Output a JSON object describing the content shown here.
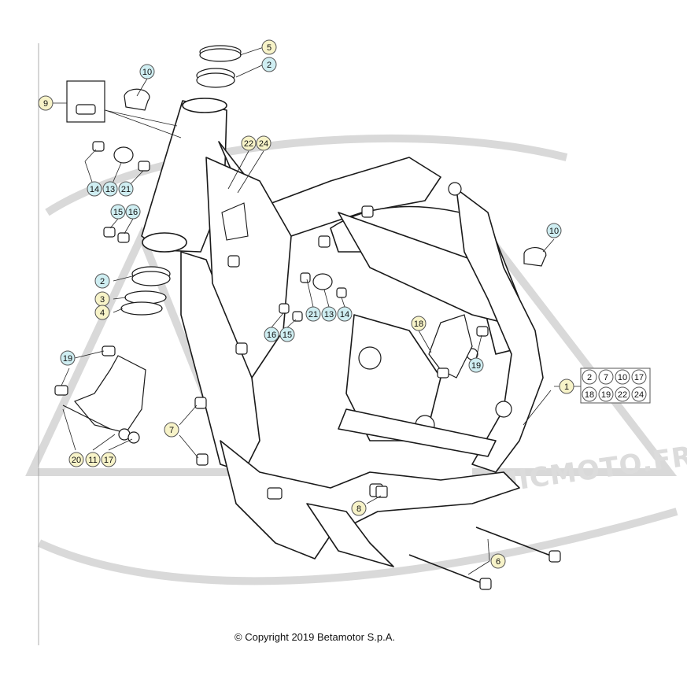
{
  "copyright": "© Copyright 2019 Betamotor S.p.A.",
  "watermark": "WWW.ATOMICMOTO.FR",
  "colors": {
    "callout_teal": "#cfeef2",
    "callout_yellow": "#f7f3c8",
    "line": "#1a1a1a",
    "watermark": "#d9d9d9"
  },
  "callouts": [
    {
      "id": "c5",
      "label": "5",
      "color": "yellow"
    },
    {
      "id": "c2a",
      "label": "2",
      "color": "teal"
    },
    {
      "id": "c10a",
      "label": "10",
      "color": "teal"
    },
    {
      "id": "c9",
      "label": "9",
      "color": "yellow"
    },
    {
      "id": "c22a",
      "label": "22",
      "color": "yellow"
    },
    {
      "id": "c24a",
      "label": "24",
      "color": "yellow"
    },
    {
      "id": "c14a",
      "label": "14",
      "color": "teal"
    },
    {
      "id": "c13a",
      "label": "13",
      "color": "teal"
    },
    {
      "id": "c21a",
      "label": "21",
      "color": "teal"
    },
    {
      "id": "c15a",
      "label": "15",
      "color": "teal"
    },
    {
      "id": "c16a",
      "label": "16",
      "color": "teal"
    },
    {
      "id": "c10b",
      "label": "10",
      "color": "teal"
    },
    {
      "id": "c2b",
      "label": "2",
      "color": "teal"
    },
    {
      "id": "c3",
      "label": "3",
      "color": "yellow"
    },
    {
      "id": "c4",
      "label": "4",
      "color": "yellow"
    },
    {
      "id": "c21b",
      "label": "21",
      "color": "teal"
    },
    {
      "id": "c13b",
      "label": "13",
      "color": "teal"
    },
    {
      "id": "c14b",
      "label": "14",
      "color": "teal"
    },
    {
      "id": "c16b",
      "label": "16",
      "color": "teal"
    },
    {
      "id": "c15b",
      "label": "15",
      "color": "teal"
    },
    {
      "id": "c18",
      "label": "18",
      "color": "yellow"
    },
    {
      "id": "c19a",
      "label": "19",
      "color": "teal"
    },
    {
      "id": "c19b",
      "label": "19",
      "color": "teal"
    },
    {
      "id": "c1",
      "label": "1",
      "color": "yellow"
    },
    {
      "id": "c7",
      "label": "7",
      "color": "yellow"
    },
    {
      "id": "c20",
      "label": "20",
      "color": "yellow"
    },
    {
      "id": "c11",
      "label": "11",
      "color": "yellow"
    },
    {
      "id": "c17",
      "label": "17",
      "color": "yellow"
    },
    {
      "id": "c8",
      "label": "8",
      "color": "yellow"
    },
    {
      "id": "c6",
      "label": "6",
      "color": "yellow"
    }
  ],
  "kit_box": {
    "items": [
      "2",
      "7",
      "10",
      "17",
      "18",
      "19",
      "22",
      "24"
    ]
  }
}
